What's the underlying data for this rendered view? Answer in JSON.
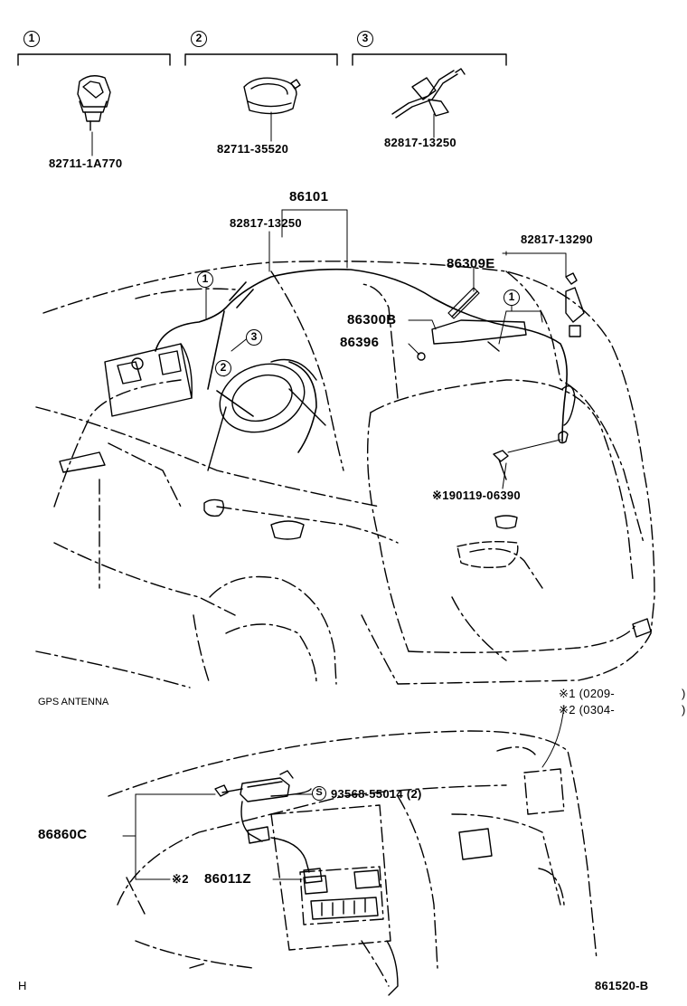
{
  "header_groups": [
    {
      "index": "1",
      "part_number": "82711-1A770"
    },
    {
      "index": "2",
      "part_number": "82711-35520"
    },
    {
      "index": "3",
      "part_number": "82817-13250"
    }
  ],
  "upper_callouts": {
    "harness_main": "86101",
    "harness_clamp": "82817-13250",
    "rear_clamp": "82817-13290",
    "antenna_rod": "86309E",
    "antenna_base": "86300B",
    "cap": "86396",
    "bolt": "※190119-06390"
  },
  "section_title": "GPS ANTENNA",
  "applicability": [
    {
      "mark": "※1",
      "range": "(0209-",
      "close": ")"
    },
    {
      "mark": "※2",
      "range": "(0304-",
      "close": ")"
    }
  ],
  "lower_callouts": {
    "screw_symbol": "S",
    "screw": "93568-55014 (2)",
    "gps_cable": "86860C",
    "note_mark": "※2",
    "gps_antenna": "86011Z"
  },
  "footer": {
    "left_code": "H",
    "diagram_id": "861520-B"
  }
}
